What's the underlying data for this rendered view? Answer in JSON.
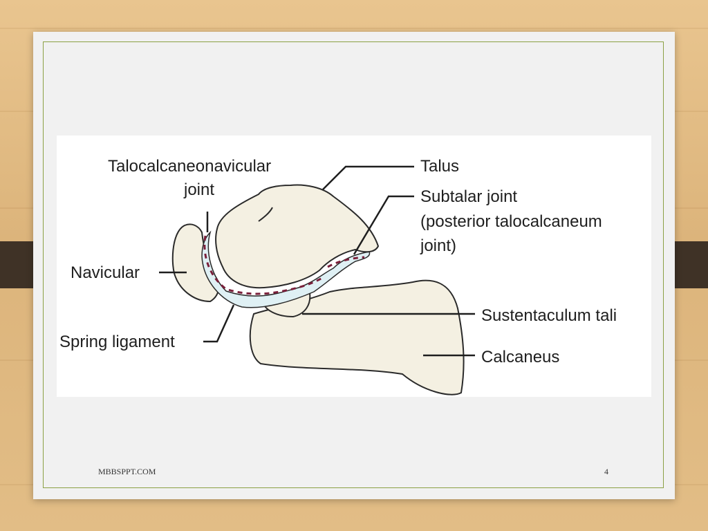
{
  "diagram": {
    "labels": {
      "talocalcaneonavicular_1": "Talocalcaneonavicular",
      "talocalcaneonavicular_2": "joint",
      "talus": "Talus",
      "subtalar_1": "Subtalar joint",
      "subtalar_2": "(posterior talocalcaneum",
      "subtalar_3": "joint)",
      "navicular": "Navicular",
      "spring_ligament": "Spring ligament",
      "sustentaculum": "Sustentaculum tali",
      "calcaneus": "Calcaneus"
    },
    "colors": {
      "bone": "#f4f0e2",
      "cartilage": "#dff0f4",
      "joint_line": "#7a1f3a",
      "outline": "#2a2a2a"
    }
  },
  "footer": {
    "source": "MBBSPPT.COM",
    "page_number": "4"
  }
}
